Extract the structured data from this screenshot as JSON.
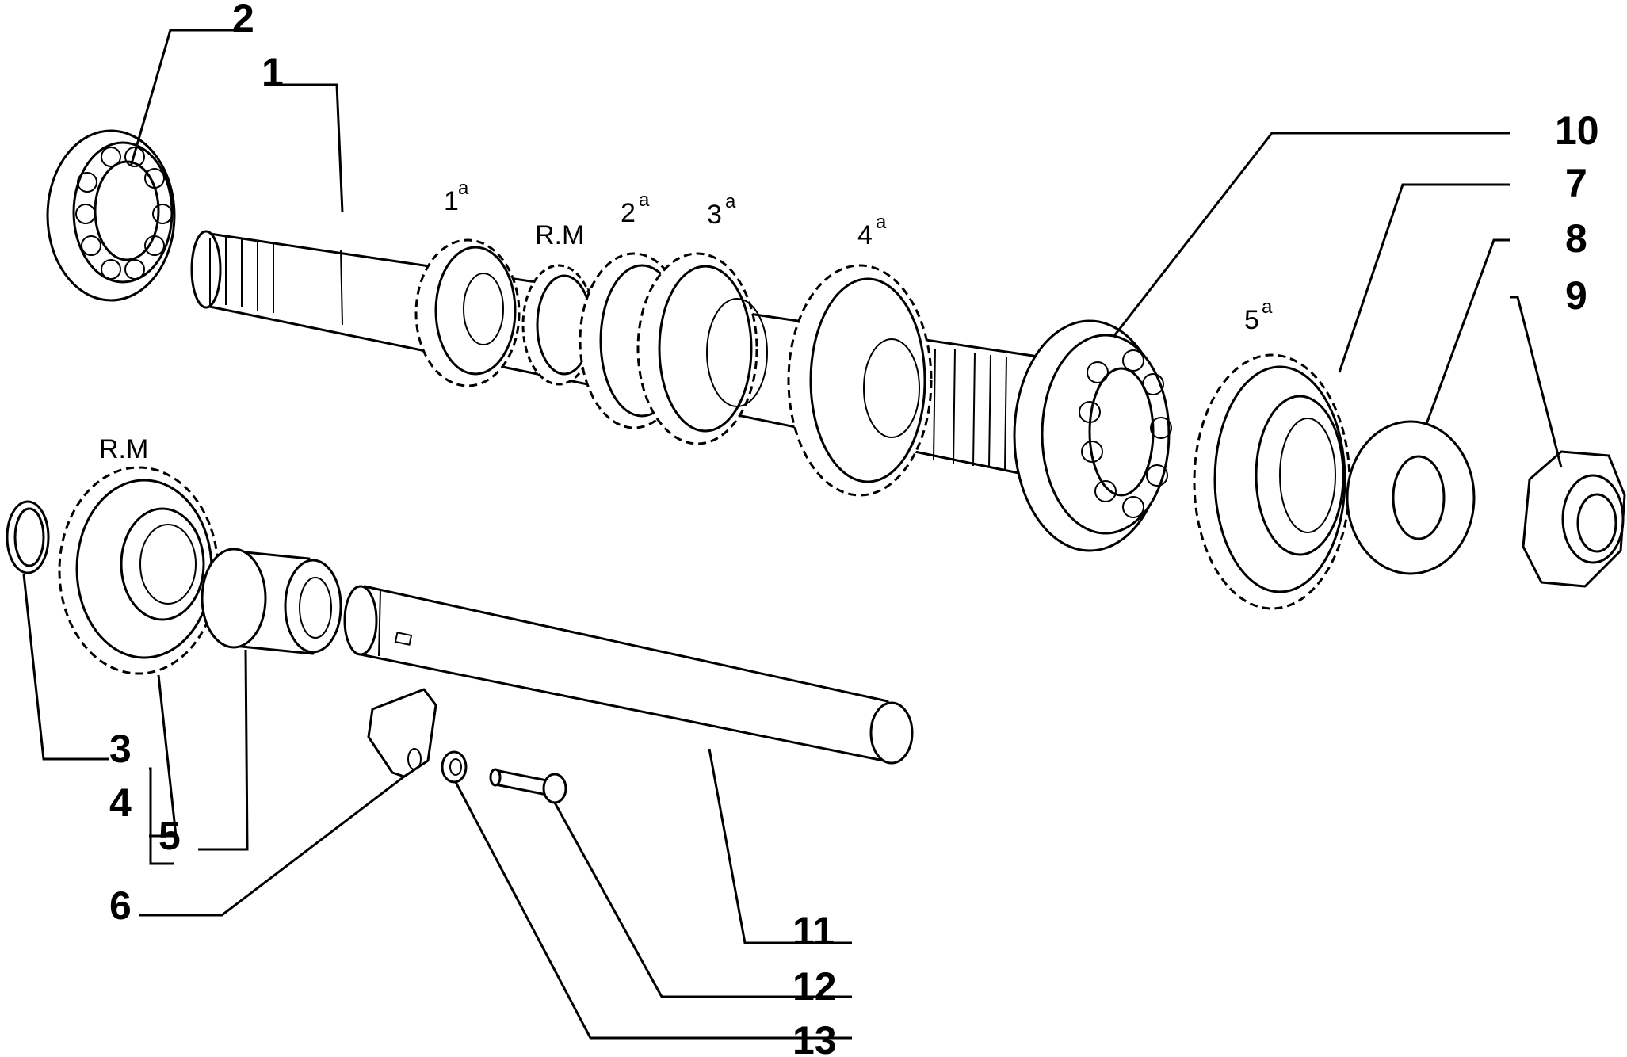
{
  "callouts": {
    "c1": "1",
    "c2": "2",
    "c3": "3",
    "c4": "4",
    "c5": "5",
    "c6": "6",
    "c7": "7",
    "c8": "8",
    "c9": "9",
    "c10": "10",
    "c11": "11",
    "c12": "12",
    "c13": "13"
  },
  "gear_labels": {
    "first": "1",
    "first_sup": "a",
    "reverse_main": "R.M",
    "second": "2",
    "second_sup": "a",
    "third": "3",
    "third_sup": "a",
    "fourth": "4",
    "fourth_sup": "a",
    "fifth": "5",
    "fifth_sup": "a",
    "reverse_idler": "R.M"
  }
}
